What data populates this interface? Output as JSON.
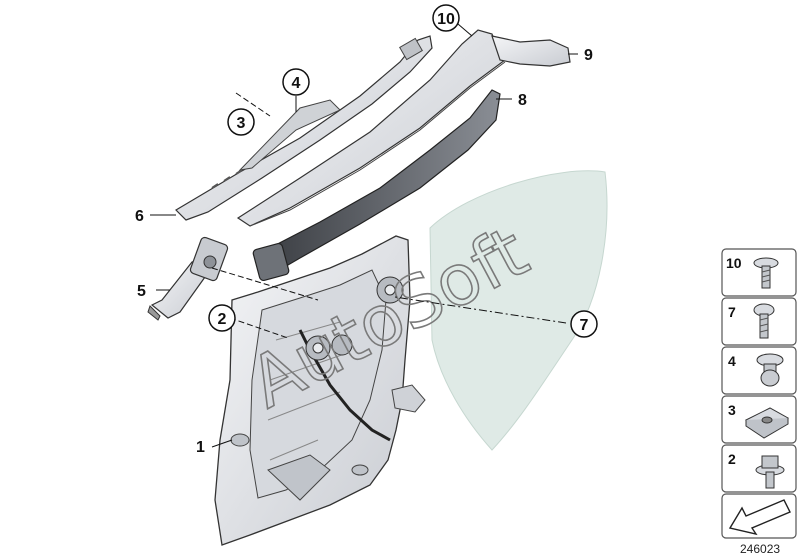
{
  "diagram": {
    "callouts": [
      {
        "id": "1",
        "label": "1"
      },
      {
        "id": "2",
        "label": "2"
      },
      {
        "id": "3",
        "label": "3"
      },
      {
        "id": "4",
        "label": "4"
      },
      {
        "id": "5",
        "label": "5"
      },
      {
        "id": "6",
        "label": "6"
      },
      {
        "id": "7",
        "label": "7"
      },
      {
        "id": "8",
        "label": "8"
      },
      {
        "id": "9",
        "label": "9"
      },
      {
        "id": "10",
        "label": "10"
      }
    ],
    "watermark": "AutoSoft",
    "legend": [
      {
        "label": "10",
        "icon": "screw-flat-head-icon"
      },
      {
        "label": "7",
        "icon": "screw-torx-icon"
      },
      {
        "label": "4",
        "icon": "screw-collar-icon"
      },
      {
        "label": "3",
        "icon": "clip-nut-icon"
      },
      {
        "label": "2",
        "icon": "bolt-washer-icon"
      }
    ],
    "orientation_icon": "direction-arrow-icon",
    "diagram_code": "246023"
  },
  "colors": {
    "part_fill": "#e6e8ec",
    "part_stroke": "#333333",
    "glass_fill": "#dfeae6",
    "legend_border": "#555555"
  }
}
